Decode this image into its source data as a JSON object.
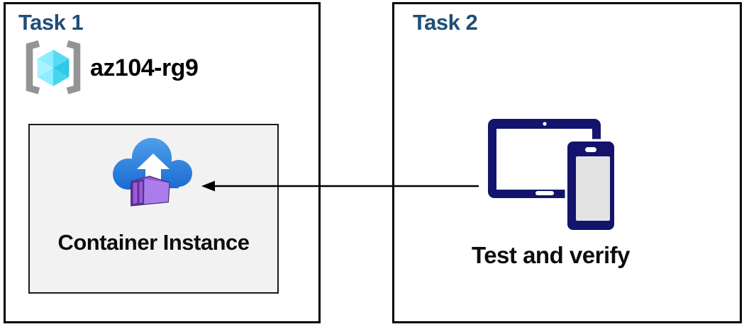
{
  "task1": {
    "title": "Task 1",
    "resource_group_name": "az104-rg9",
    "container_label": "Container Instance"
  },
  "task2": {
    "title": "Task 2",
    "label": "Test and verify"
  },
  "connector": {
    "style": "solid-arrow",
    "direction": "right-to-left"
  },
  "colors": {
    "task_title": "#1f4e79",
    "box_border": "#000000",
    "inner_box_fill": "#f2f2f2",
    "device_navy": "#14146c",
    "cloud_blue_top": "#4c9de9",
    "cloud_blue_bottom": "#1463cf",
    "container_purple_side": "#ab7deb",
    "container_purple_top": "#9257d8",
    "container_purple_frame": "#5b2f91",
    "container_purple_panel": "#9b5ad8",
    "bracket_gray": "#949494",
    "cube_cyan_light": "#aaf2ff",
    "cube_cyan_dark": "#2fc8e6"
  }
}
